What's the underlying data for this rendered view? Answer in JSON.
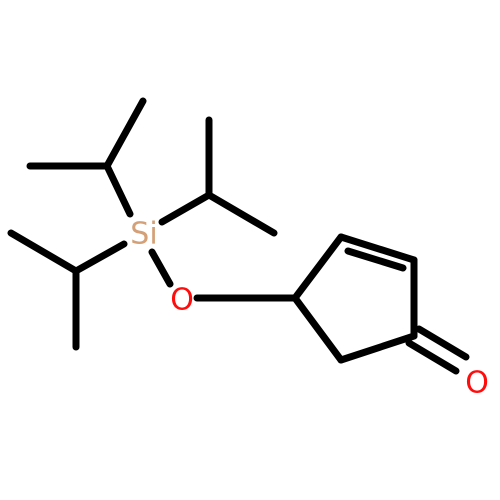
{
  "atoms": {
    "silicon": {
      "label": "Si",
      "color": "#d4a077"
    },
    "ether_oxygen": {
      "label": "O",
      "color": "#ff0d0d"
    },
    "carbonyl_oxygen": {
      "label": "O",
      "color": "#ff0d0d"
    }
  },
  "colors": {
    "bond": "#000000",
    "background": "#ffffff"
  }
}
